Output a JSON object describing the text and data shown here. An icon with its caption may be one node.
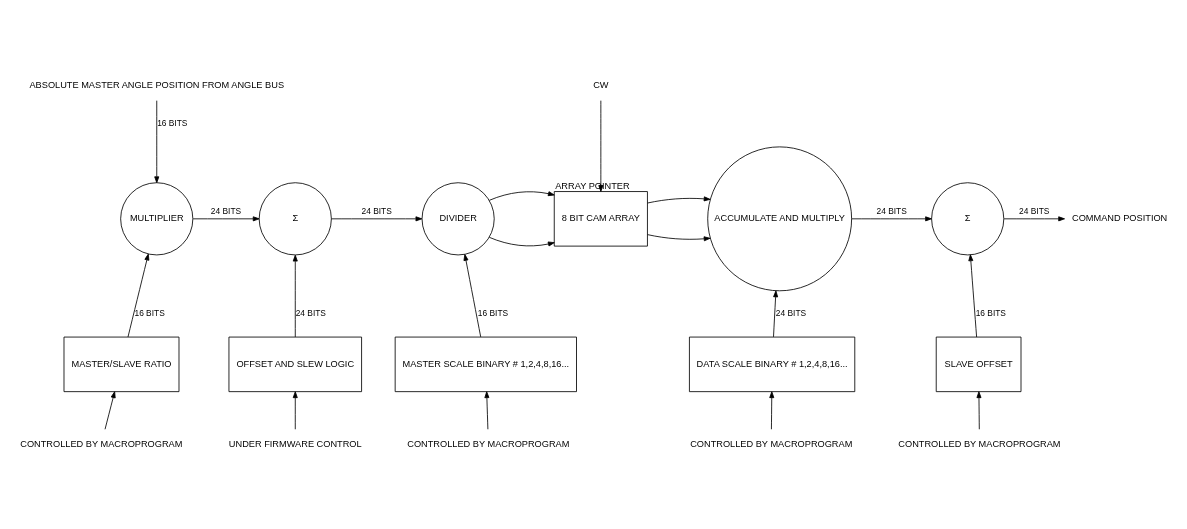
{
  "diagram": {
    "nodes": [
      {
        "text": [
          "ABSOLUTE MASTER ANGLE POSITION FROM ANGLE BUS"
        ]
      },
      {
        "text": [
          "MULTIPLIER"
        ]
      },
      {
        "text": [
          "Σ"
        ]
      },
      {
        "text": [
          "DIVIDER"
        ]
      },
      {
        "text": [
          "CW"
        ]
      },
      {
        "text": [
          "8 BIT CAM ARRAY"
        ],
        "beside": [
          "ARRAY POINTER"
        ]
      },
      {
        "text": [
          "ACCUMULATE AND MULTIPLY"
        ]
      },
      {
        "text": [
          "Σ"
        ]
      },
      {
        "text": [
          "COMMAND POSITION"
        ]
      },
      {
        "text": [
          "MASTER/SLAVE RATIO"
        ]
      },
      {
        "text": [
          "OFFSET AND SLEW LOGIC"
        ]
      },
      {
        "text": [
          "MASTER SCALE BINARY # 1,2,4,8,16..."
        ]
      },
      {
        "text": [
          "DATA SCALE BINARY # 1,2,4,8,16..."
        ]
      },
      {
        "text": [
          "SLAVE OFFSET"
        ]
      },
      {
        "text": [
          "CONTROLLED BY MACROPROGRAM"
        ]
      },
      {
        "text": [
          "UNDER FIRMWARE CONTROL"
        ]
      },
      {
        "text": [
          "CONTROLLED BY MACROPROGRAM"
        ]
      },
      {
        "text": [
          "CONTROLLED BY MACROPROGRAM"
        ]
      },
      {
        "text": [
          "CONTROLLED BY MACROPROGRAM"
        ]
      }
    ],
    "edges": [
      {
        "from": 0,
        "to": 1,
        "arrow": "to",
        "label": "16 BITS"
      },
      {
        "from": 1,
        "to": 2,
        "arrow": "to",
        "label": "24 BITS"
      },
      {
        "from": 2,
        "to": 3,
        "arrow": "to",
        "label": "24 BITS"
      },
      {
        "from": 3,
        "to": 5,
        "arrow": "to"
      },
      {
        "from": 3,
        "to": 5,
        "arrow": "to"
      },
      {
        "from": 4,
        "to": 5,
        "arrow": "to"
      },
      {
        "from": 5,
        "to": 6,
        "arrow": "to"
      },
      {
        "from": 5,
        "to": 6,
        "arrow": "to"
      },
      {
        "from": 6,
        "to": 7,
        "arrow": "to",
        "label": "24 BITS"
      },
      {
        "from": 7,
        "to": 8,
        "arrow": "to",
        "label": "24 BITS"
      },
      {
        "from": 9,
        "to": 1,
        "arrow": "to",
        "label": "16 BITS"
      },
      {
        "from": 10,
        "to": 2,
        "arrow": "to",
        "label": "24 BITS"
      },
      {
        "from": 11,
        "to": 3,
        "arrow": "to",
        "label": "16 BITS"
      },
      {
        "from": 12,
        "to": 6,
        "arrow": "to",
        "label": "24 BITS"
      },
      {
        "from": 13,
        "to": 7,
        "arrow": "to",
        "label": "16 BITS"
      },
      {
        "from": 14,
        "to": 9,
        "arrow": "to"
      },
      {
        "from": 15,
        "to": 10,
        "arrow": "to"
      },
      {
        "from": 16,
        "to": 11,
        "arrow": "to"
      },
      {
        "from": 17,
        "to": 12,
        "arrow": "to"
      },
      {
        "from": 18,
        "to": 13,
        "arrow": "to"
      }
    ]
  }
}
